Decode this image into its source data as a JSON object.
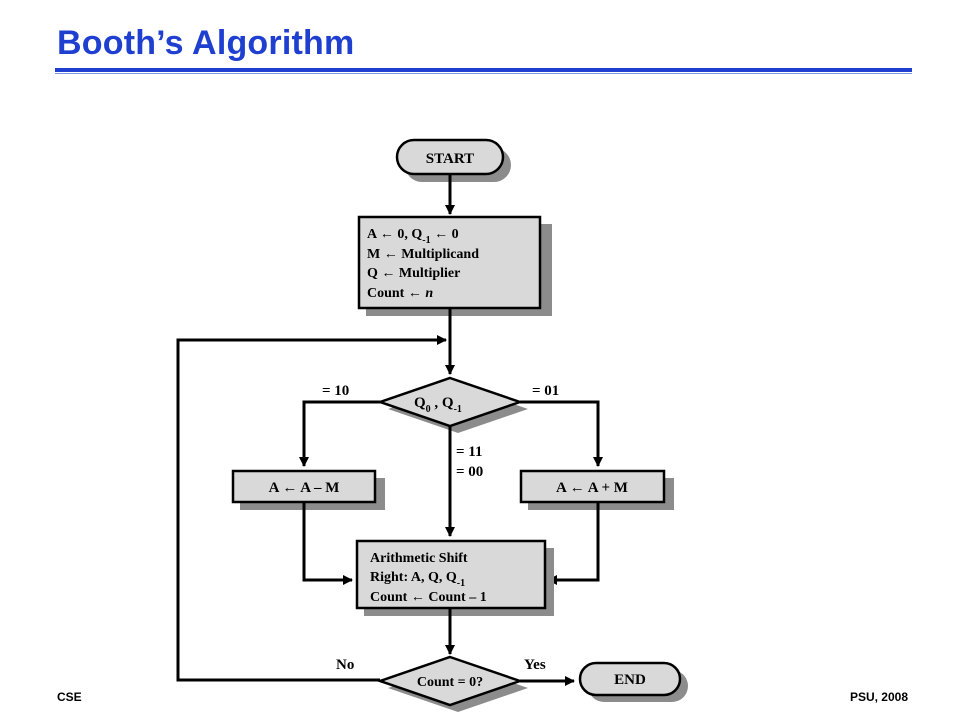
{
  "slide": {
    "title": "Booth’s Algorithm",
    "footer_left": "CSE",
    "footer_right": "PSU, 2008"
  },
  "flowchart": {
    "start": "START",
    "init": {
      "line1_a": "A ← 0, Q",
      "line1_sub": "-1",
      "line1_b": " ← 0",
      "line2": "M ← Multiplicand",
      "line3": "Q ← Multiplier",
      "line4_a": "Count ← ",
      "line4_n": "n"
    },
    "decision": {
      "q0": "Q",
      "q0_sub": "0",
      "sep": " , Q",
      "qm1_sub": "-1"
    },
    "left_label": "= 10",
    "right_label": "= 01",
    "mid_label_1": "= 11",
    "mid_label_2": "= 00",
    "subtract": "A ← A – M",
    "add": "A ← A + M",
    "shift": {
      "line1": "Arithmetic Shift",
      "line2_a": "Right: A, Q, Q",
      "line2_sub": "-1",
      "line3": "Count ← Count – 1"
    },
    "count_check": "Count = 0?",
    "no_label": "No",
    "yes_label": "Yes",
    "end": "END"
  },
  "colors": {
    "title": "#1f3fd1",
    "box_fill": "#d9d9d9",
    "shadow": "#8c8c8c"
  }
}
